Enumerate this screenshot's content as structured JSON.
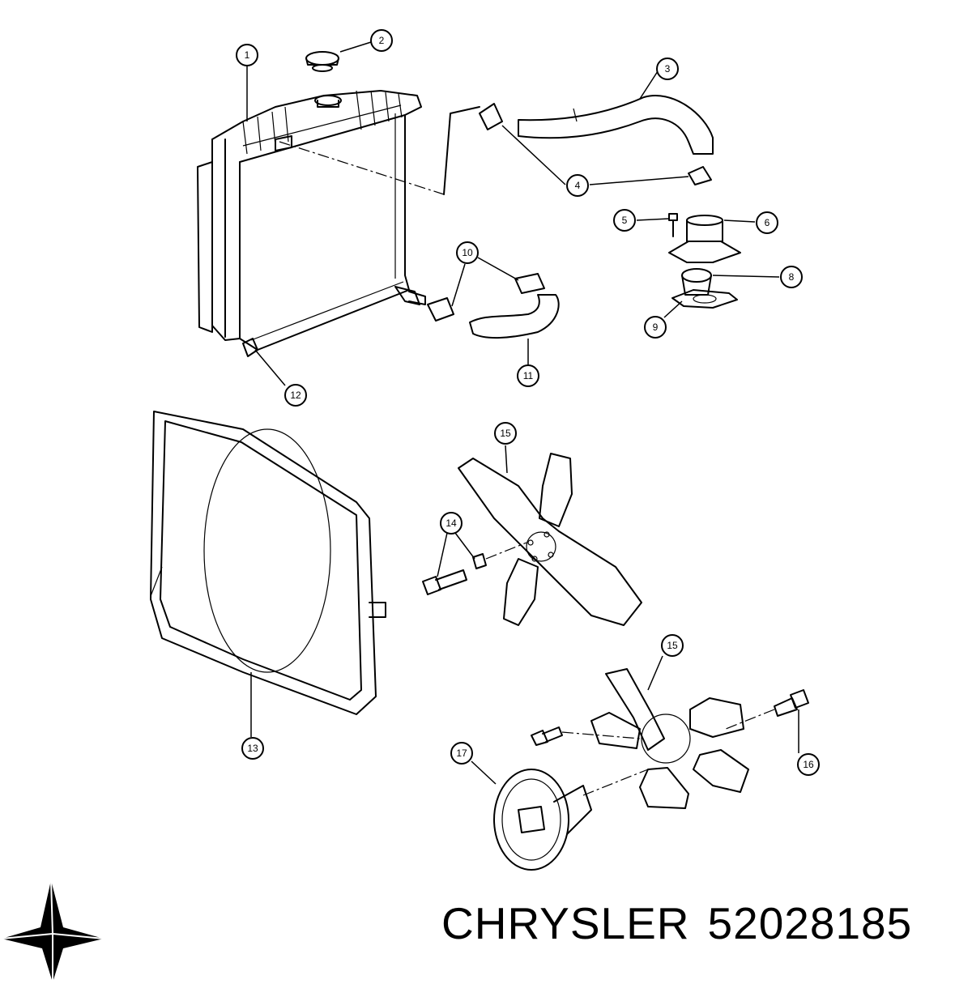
{
  "brand": "CHRYSLER",
  "part_number": "52028185",
  "callouts": [
    "1",
    "2",
    "3",
    "4",
    "5",
    "6",
    "8",
    "9",
    "10",
    "11",
    "12",
    "13",
    "14",
    "15",
    "15",
    "16",
    "17"
  ],
  "logo_icon": "pentastar-icon"
}
